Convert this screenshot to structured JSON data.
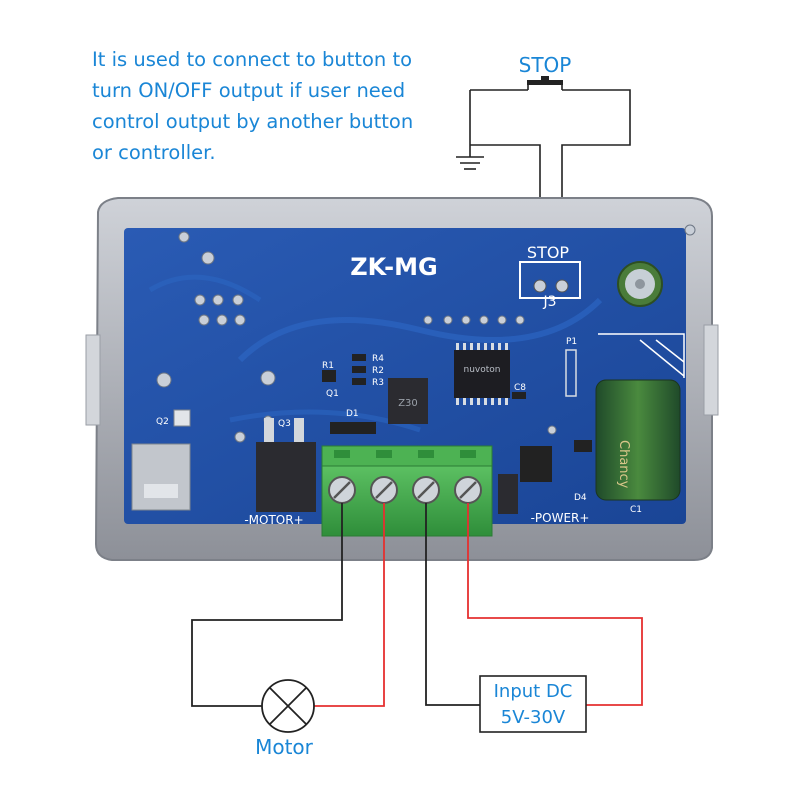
{
  "note": {
    "lines": [
      "It is used to connect to button to",
      "turn ON/OFF output if user need",
      "control output by another button",
      "or controller."
    ]
  },
  "stop_button_label": "STOP",
  "board": {
    "model": "ZK-MG",
    "stop_silk": "STOP",
    "j3_label": "J3",
    "motor_silk": "-MOTOR+",
    "power_silk": "-POWER+",
    "chip_text": "nuvoton",
    "refdes": [
      "R4",
      "R1",
      "R2",
      "R3",
      "Q1",
      "D1",
      "Q2",
      "Q3",
      "C8",
      "P1",
      "D4",
      "C1",
      "Z30"
    ],
    "capacitor_text": "Chancy"
  },
  "motor_label": "Motor",
  "input_label": [
    "Input DC",
    "5V-30V"
  ],
  "colors": {
    "label_blue": "#1a86d6",
    "pcb_blue": "#1d4fa6",
    "terminal_green": "#3fae49",
    "wire_red": "#e53030",
    "wire_black": "#222222"
  }
}
